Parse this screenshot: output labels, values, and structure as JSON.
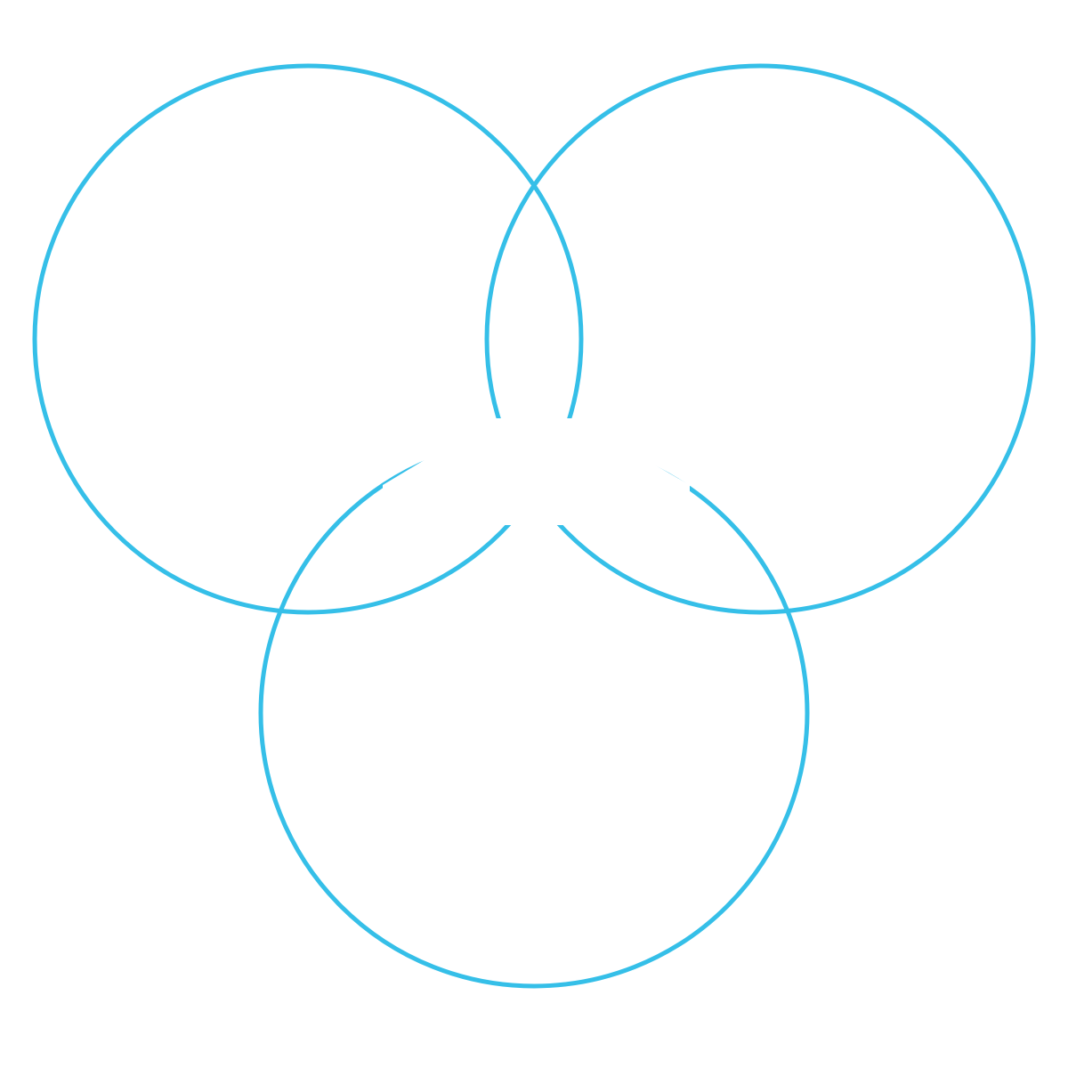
{
  "diagram": {
    "type": "venn",
    "set_count": 3,
    "sets": [
      {
        "id": "top-left"
      },
      {
        "id": "top-right"
      },
      {
        "id": "bottom"
      }
    ],
    "colors": {
      "outline": "#35BFE8",
      "background": "#FFFFFF"
    },
    "has_center_gap": true
  }
}
